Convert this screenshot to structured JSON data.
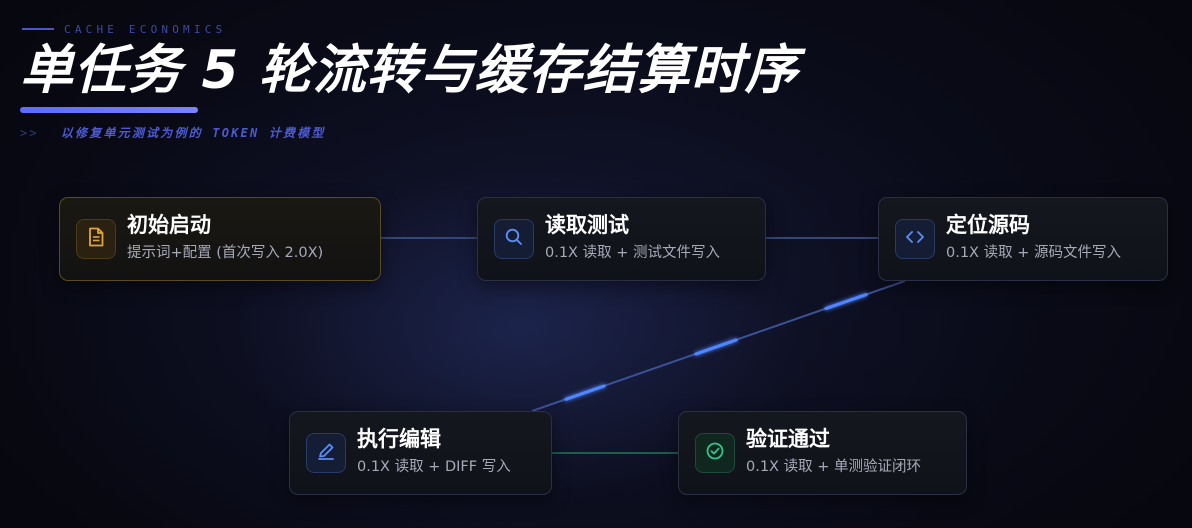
{
  "header": {
    "eyebrow": "CACHE ECONOMICS",
    "title": "单任务 5 轮流转与缓存结算时序",
    "subtitle_prefix": ">>",
    "subtitle": "以修复单元测试为例的 TOKEN 计费模型"
  },
  "steps": [
    {
      "title": "初始启动",
      "desc": "提示词+配置 (首次写入 2.0X)",
      "icon": "document-icon",
      "accent": "#e0a53a"
    },
    {
      "title": "读取测试",
      "desc": "0.1X 读取 + 测试文件写入",
      "icon": "search-icon",
      "accent": "#5b8cf0"
    },
    {
      "title": "定位源码",
      "desc": "0.1X 读取 + 源码文件写入",
      "icon": "code-icon",
      "accent": "#5b8cf0"
    },
    {
      "title": "执行编辑",
      "desc": "0.1X 读取 + DIFF 写入",
      "icon": "pen-icon",
      "accent": "#5b8cf0"
    },
    {
      "title": "验证通过",
      "desc": "0.1X 读取 + 单测验证闭环",
      "icon": "check-circle-icon",
      "accent": "#34c48b"
    }
  ],
  "colors": {
    "connector_blue": "#4f86ff",
    "connector_green": "#2fd19a",
    "title_underline": "#6470ff"
  }
}
